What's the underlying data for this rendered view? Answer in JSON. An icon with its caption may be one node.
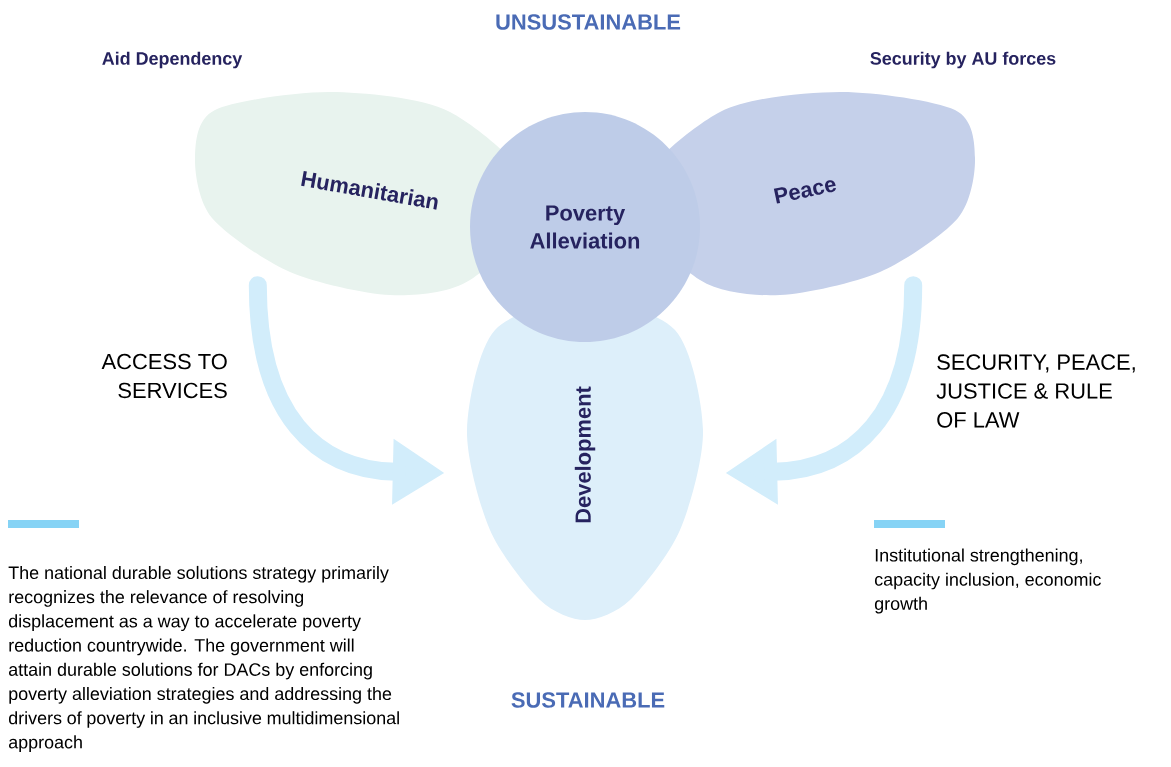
{
  "diagram": {
    "nodes": [
      {
        "text": [
          "Humanitarian"
        ]
      },
      {
        "text": [
          "Poverty Alleviation"
        ]
      },
      {
        "text": [
          "Peace"
        ]
      },
      {
        "text": [
          "Development"
        ]
      }
    ],
    "edges": [
      {
        "from": 0,
        "to": 3,
        "arrow": "to"
      },
      {
        "from": 2,
        "to": 3,
        "arrow": "to"
      }
    ],
    "labels": [
      "UNSUSTAINABLE",
      "Aid Dependency",
      "Security by AU forces",
      "ACCESS TO SERVICES",
      "SECURITY, PEACE, JUSTICE & RULE OF LAW",
      "The national durable solutions strategy primarily recognizes the relevance of resolving displacement as a way to accelerate poverty reduction countrywide. The government will attain durable solutions for DACs by enforcing poverty alleviation strategies and addressing the drivers of poverty in an inclusive multidimensional approach",
      "Institutional strengthening, capacity inclusion, economic growth",
      "SUSTAINABLE"
    ]
  }
}
